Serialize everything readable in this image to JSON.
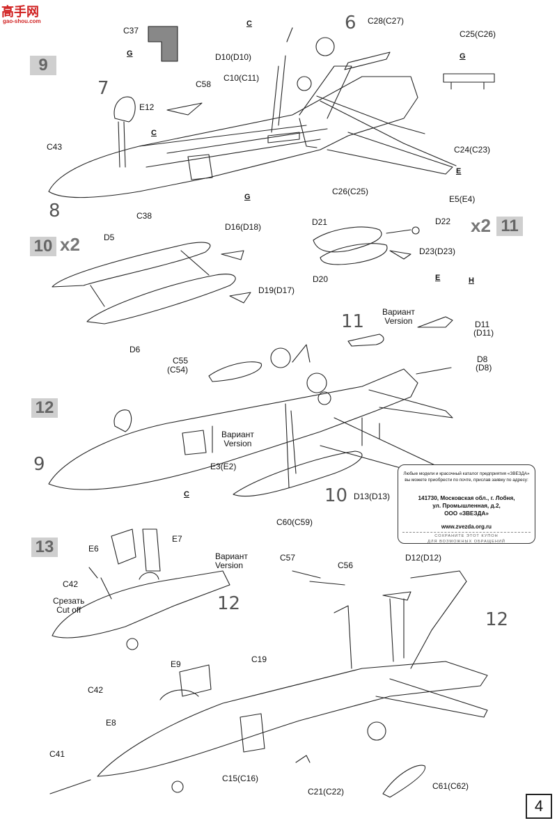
{
  "watermark": {
    "text": "高手网",
    "url": "gao-shou.com"
  },
  "page_number": "4",
  "steps": {
    "s9": "9",
    "s10": "10",
    "s11": "11",
    "s12": "12",
    "s13": "13",
    "x2a": "x2",
    "x2b": "x2"
  },
  "subassembly_refs": {
    "r6": "6",
    "r7": "7",
    "r8": "8",
    "r9": "9",
    "r10": "10",
    "r11": "11",
    "r12a": "12",
    "r12b": "12"
  },
  "glue_marks": {
    "c": "C",
    "g": "G",
    "e": "E",
    "h": "H"
  },
  "variant": {
    "ru": "Вариант",
    "en": "Version"
  },
  "cutoff": {
    "ru": "Срезать",
    "en": "Cut off"
  },
  "parts": {
    "c37": "C37",
    "c28": "C28(C27)",
    "c25": "C25(C26)",
    "d10": "D10(D10)",
    "c10": "C10(C11)",
    "e12": "E12",
    "c58": "C58",
    "c43": "C43",
    "c38": "C38",
    "c24": "C24(C23)",
    "c26": "C26(C25)",
    "e5": "E5(E4)",
    "d16": "D16(D18)",
    "d5": "D5",
    "d6": "D6",
    "d19": "D19(D17)",
    "d21": "D21",
    "d22": "D22",
    "d23": "D23(D23)",
    "d20": "D20",
    "d11a": "D11",
    "d11b": "(D11)",
    "d8a": "D8",
    "d8b": "(D8)",
    "c55a": "C55",
    "c55b": "(C54)",
    "e3": "E3(E2)",
    "d13": "D13(D13)",
    "c60": "C60(C59)",
    "e6": "E6",
    "e7": "E7",
    "c42a": "C42",
    "c57": "C57",
    "c56": "C56",
    "d12": "D12(D12)",
    "e9": "E9",
    "c19": "C19",
    "c42b": "C42",
    "e8": "E8",
    "c41": "C41",
    "c15": "C15(C16)",
    "c21": "C21(C22)",
    "c61": "C61(C62)"
  },
  "coupon": {
    "intro": "Любые модели и красочный каталог предприятия «ЗВЕЗДА» вы можете приобрести по почте, прислав заявку по адресу:",
    "addr1": "141730, Московская обл., г. Лобня,",
    "addr2": "ул. Промышленная, д.2,",
    "addr3": "ООО «ЗВЕЗДА»",
    "site": "www.zvezda.org.ru",
    "keep1": "СОХРАНИТЕ ЭТОТ КУПОН",
    "keep2": "ДЛЯ ВОЗМОЖНЫХ ОБРАЩЕНИЙ"
  }
}
